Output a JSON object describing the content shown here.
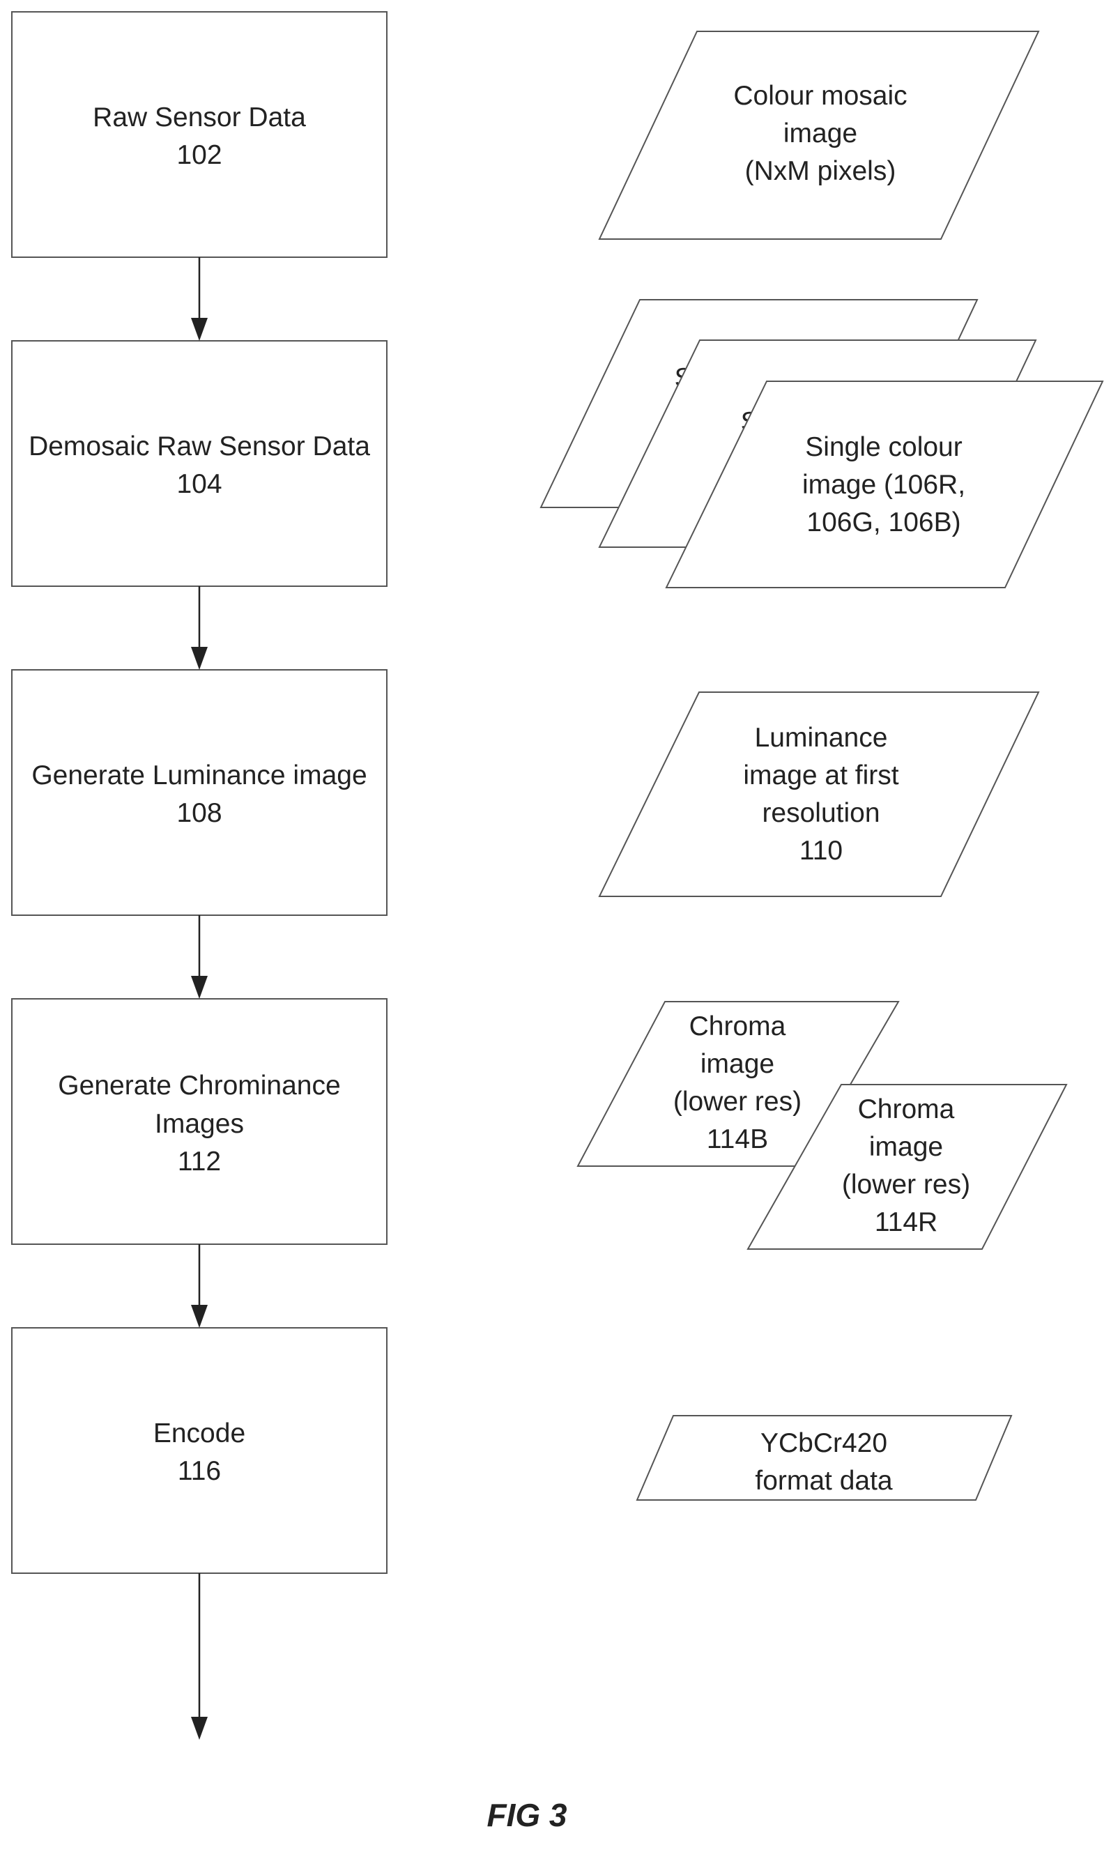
{
  "figure_label": "FIG 3",
  "steps": [
    {
      "line1": "Raw Sensor Data",
      "line2": "102"
    },
    {
      "line1": "Demosaic Raw Sensor Data",
      "line2": "104"
    },
    {
      "line1": "Generate Luminance image",
      "line2": "108"
    },
    {
      "line1": "Generate Chrominance",
      "line2": "Images",
      "line3": "112"
    },
    {
      "line1": "Encode",
      "line2": "116"
    }
  ],
  "data_items": {
    "mosaic": {
      "line1": "Colour mosaic",
      "line2": "image",
      "line3": "(NxM pixels)"
    },
    "single_back1": {
      "peek": "Si"
    },
    "single_back2": {
      "peek": "Si"
    },
    "single_front": {
      "line1": "Single colour",
      "line2": "image (106R,",
      "line3": "106G, 106B)"
    },
    "luminance": {
      "line1": "Luminance",
      "line2": "image at first",
      "line3": "resolution",
      "line4": "110"
    },
    "chroma_b": {
      "line1": "Chroma",
      "line2": "image",
      "line3": "(lower res)",
      "line4": "114B"
    },
    "chroma_r": {
      "line1": "Chroma",
      "line2": "image",
      "line3": "(lower res)",
      "line4": "114R"
    },
    "ycbcr": {
      "line1": "YCbCr420",
      "line2": "format data"
    }
  }
}
